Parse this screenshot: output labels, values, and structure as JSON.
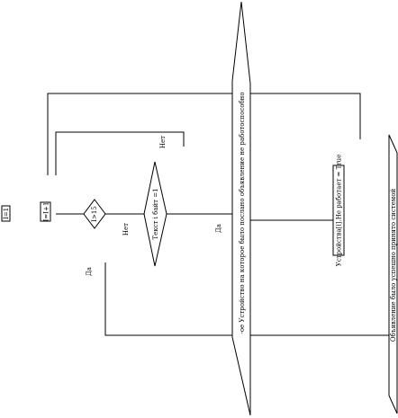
{
  "flowchart": {
    "nodes": {
      "init": "I=1",
      "increment": "I=I+1",
      "check_i": "I>15",
      "check_byte": "Текст i байт =1",
      "output_sent": "-ое Устройство на которое было послано объявление не работоспособно",
      "assign_status": "Устройства[i].Не работает = True",
      "output_success": "Объявление было успешно принято системой"
    },
    "edge_labels": {
      "no_1": "Нет",
      "no_2": "Нет",
      "yes_1": "Да",
      "yes_2": "Да"
    }
  }
}
